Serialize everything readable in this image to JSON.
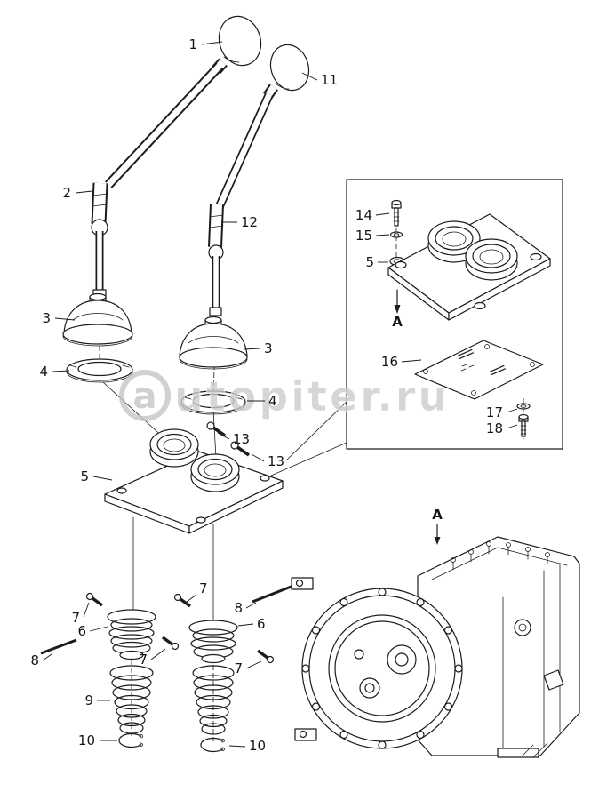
{
  "watermark": {
    "logo_letter": "a",
    "text": "utopiter.ru"
  },
  "colors": {
    "line": "#1c1c1c",
    "watermark": "#c8c8c8",
    "background": "#ffffff"
  },
  "callouts": {
    "knob_left": "1",
    "lever_left": "2",
    "boot_left": "3",
    "ring_left": "4",
    "boot_right": "3",
    "ring_right": "4",
    "cover_plate": "5",
    "knob_right": "11",
    "lever_right": "12",
    "screw_top": "13",
    "screw_bottom": "13",
    "inset_screw": "14",
    "inset_washer": "15",
    "inset_plate": "5",
    "inset_gasket": "16",
    "inset_washer2": "17",
    "inset_screw2": "18",
    "boot6_left": "6",
    "boot6_right": "6",
    "pin_left_top": "7",
    "pin_right_top": "7",
    "pin_left_bottom": "7",
    "pin_right_bottom": "7",
    "rod_left": "8",
    "rod_right": "8",
    "spring_left": "9",
    "clip_left": "10",
    "clip_right": "10"
  },
  "section_labels": {
    "inset_view": "A",
    "housing_view": "A"
  }
}
